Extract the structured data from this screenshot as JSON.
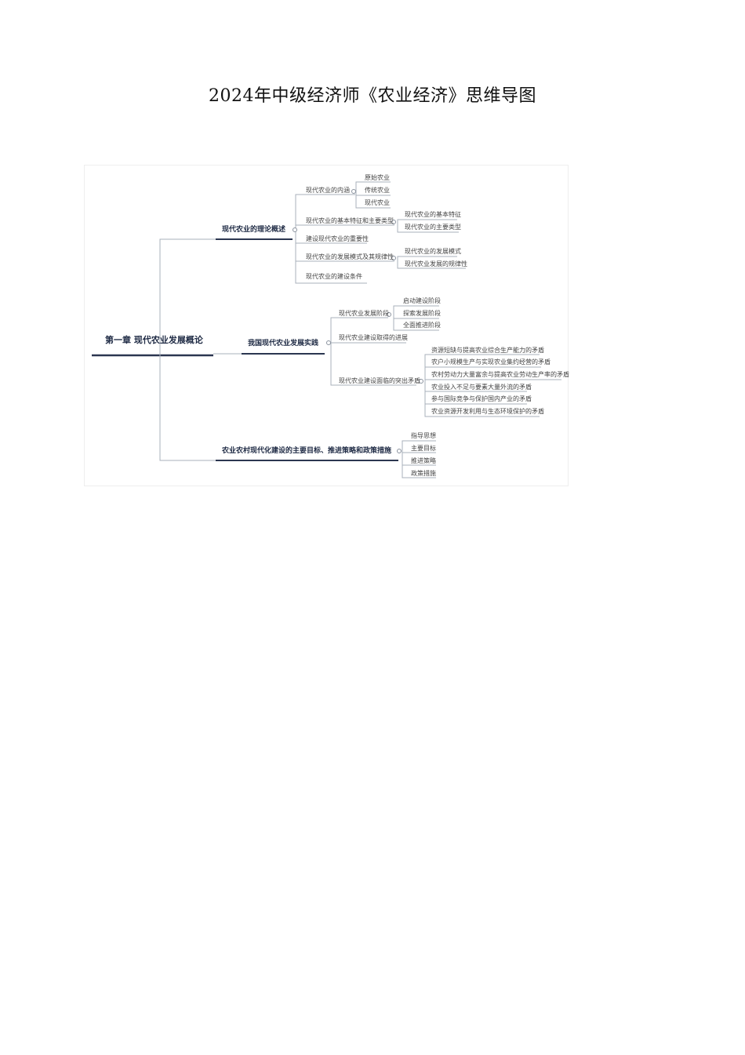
{
  "title": "2024年中级经济师《农业经济》思维导图",
  "mindmap": {
    "root": "第一章 现代农业发展概论",
    "branch1": {
      "label": "现代农业的理论概述",
      "c1": {
        "label": "现代农业的内涵",
        "items": [
          "原始农业",
          "传统农业",
          "现代农业"
        ]
      },
      "c2": {
        "label": "现代农业的基本特征和主要类型",
        "items": [
          "现代农业的基本特征",
          "现代农业的主要类型"
        ]
      },
      "c3": {
        "label": "建设现代农业的重要性"
      },
      "c4": {
        "label": "现代农业的发展模式及其规律性",
        "items": [
          "现代农业的发展模式",
          "现代农业发展的规律性"
        ]
      },
      "c5": {
        "label": "现代农业的建设条件"
      }
    },
    "branch2": {
      "label": "我国现代农业发展实践",
      "c1": {
        "label": "现代农业发展阶段",
        "items": [
          "启动建设阶段",
          "探索发展阶段",
          "全面推进阶段"
        ]
      },
      "c2": {
        "label": "现代农业建设取得的进展"
      },
      "c3": {
        "label": "现代农业建设面临的突出矛盾",
        "items": [
          "资源短缺与提高农业综合生产能力的矛盾",
          "农户小规模生产与实现农业集约经营的矛盾",
          "农村劳动力大量富余与提高农业劳动生产率的矛盾",
          "农业投入不足与要素大量外流的矛盾",
          "参与国际竞争与保护国内产业的矛盾",
          "农业资源开发利用与生态环境保护的矛盾"
        ]
      }
    },
    "branch3": {
      "label": "农业农村现代化建设的主要目标、推进策略和政策措施",
      "items": [
        "指导思想",
        "主要目标",
        "推进策略",
        "政策措施"
      ]
    }
  }
}
